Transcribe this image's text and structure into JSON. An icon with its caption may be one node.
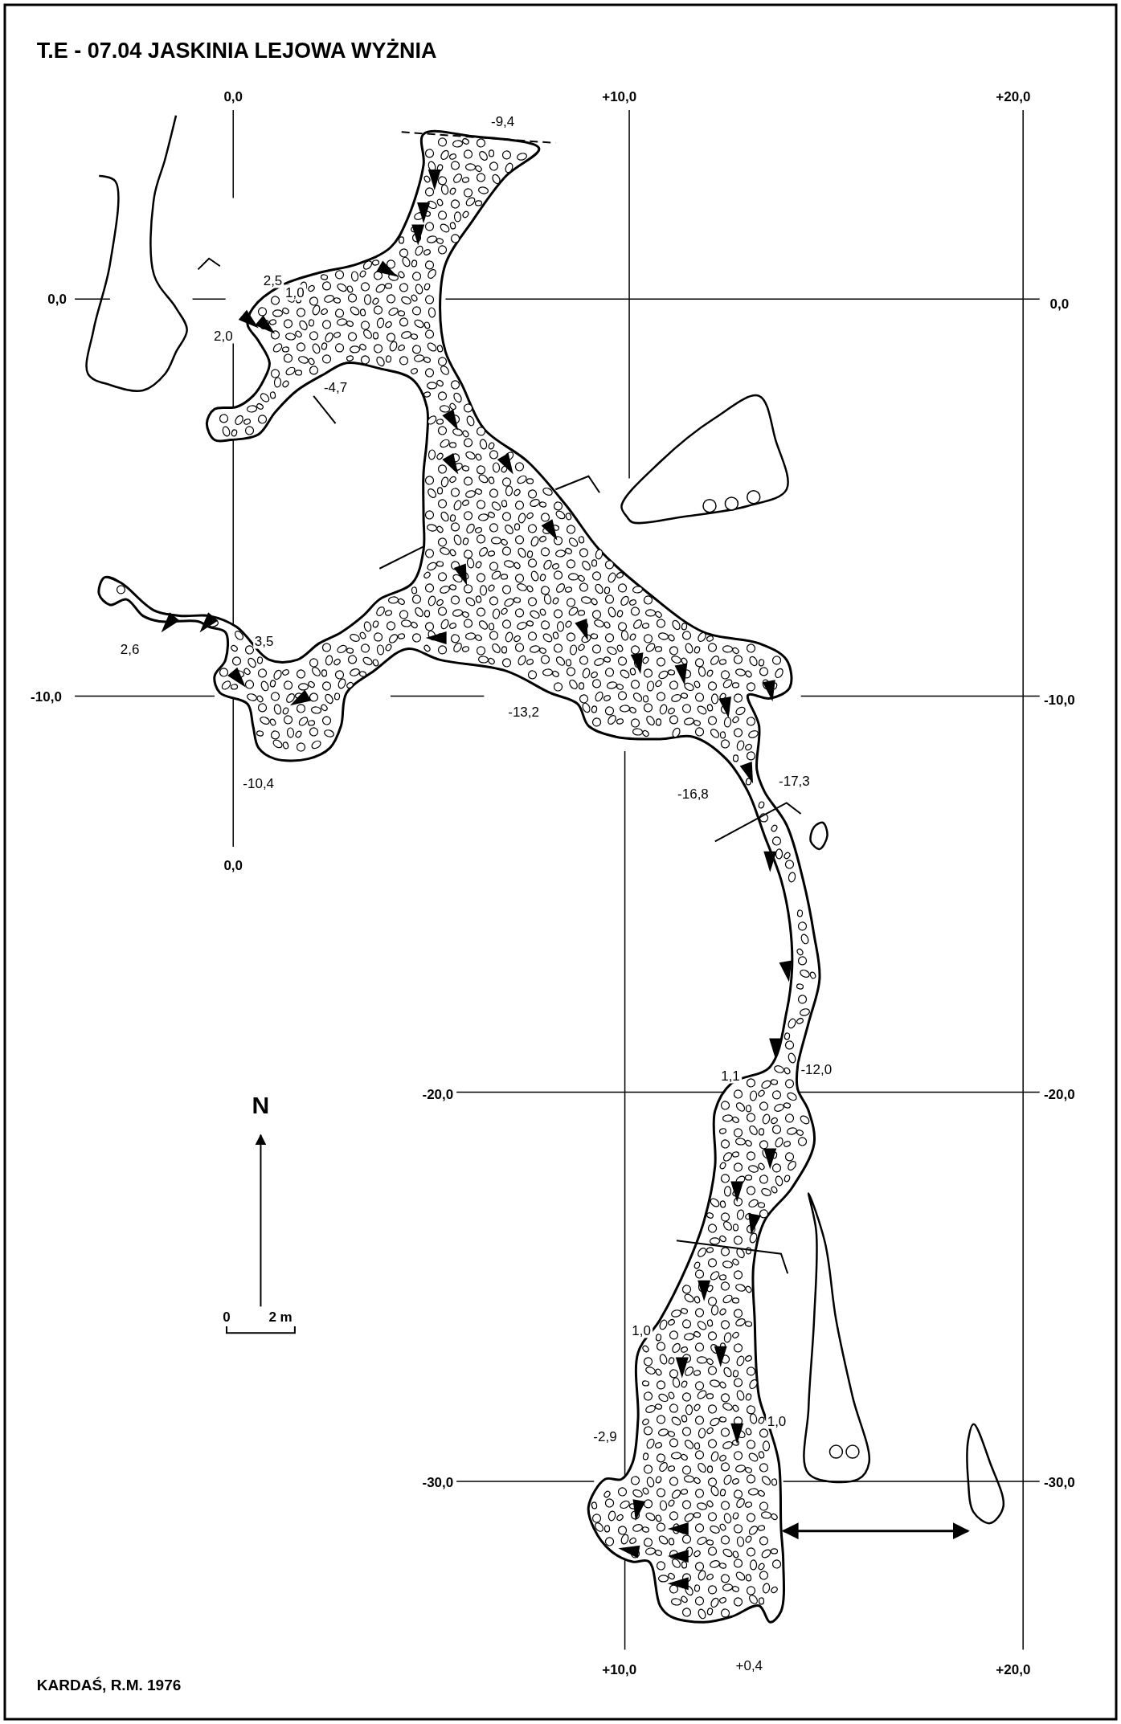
{
  "diagram": {
    "title": "T.E - 07.04  JASKINIA LEJOWA WYŻNIA",
    "labels": [
      "0,0",
      "+10,0",
      "+20,0",
      "-9,4",
      "2,5",
      "0,0",
      "1,0",
      "0,0",
      "2,0",
      "-4,7",
      "2,6",
      "3,5",
      "-10,0",
      "-13,2",
      "-10,0",
      "-10,4",
      "-16,8",
      "-17,3",
      "0,0",
      "N",
      "1,1",
      "-12,0",
      "-20,0",
      "-20,0",
      "0",
      "2 m",
      "1,0",
      "-2,9",
      "1,0",
      "-30,0",
      "-30,0",
      "+0,4",
      "KARDAŚ, R.M. 1976",
      "+10,0",
      "+20,0"
    ]
  }
}
